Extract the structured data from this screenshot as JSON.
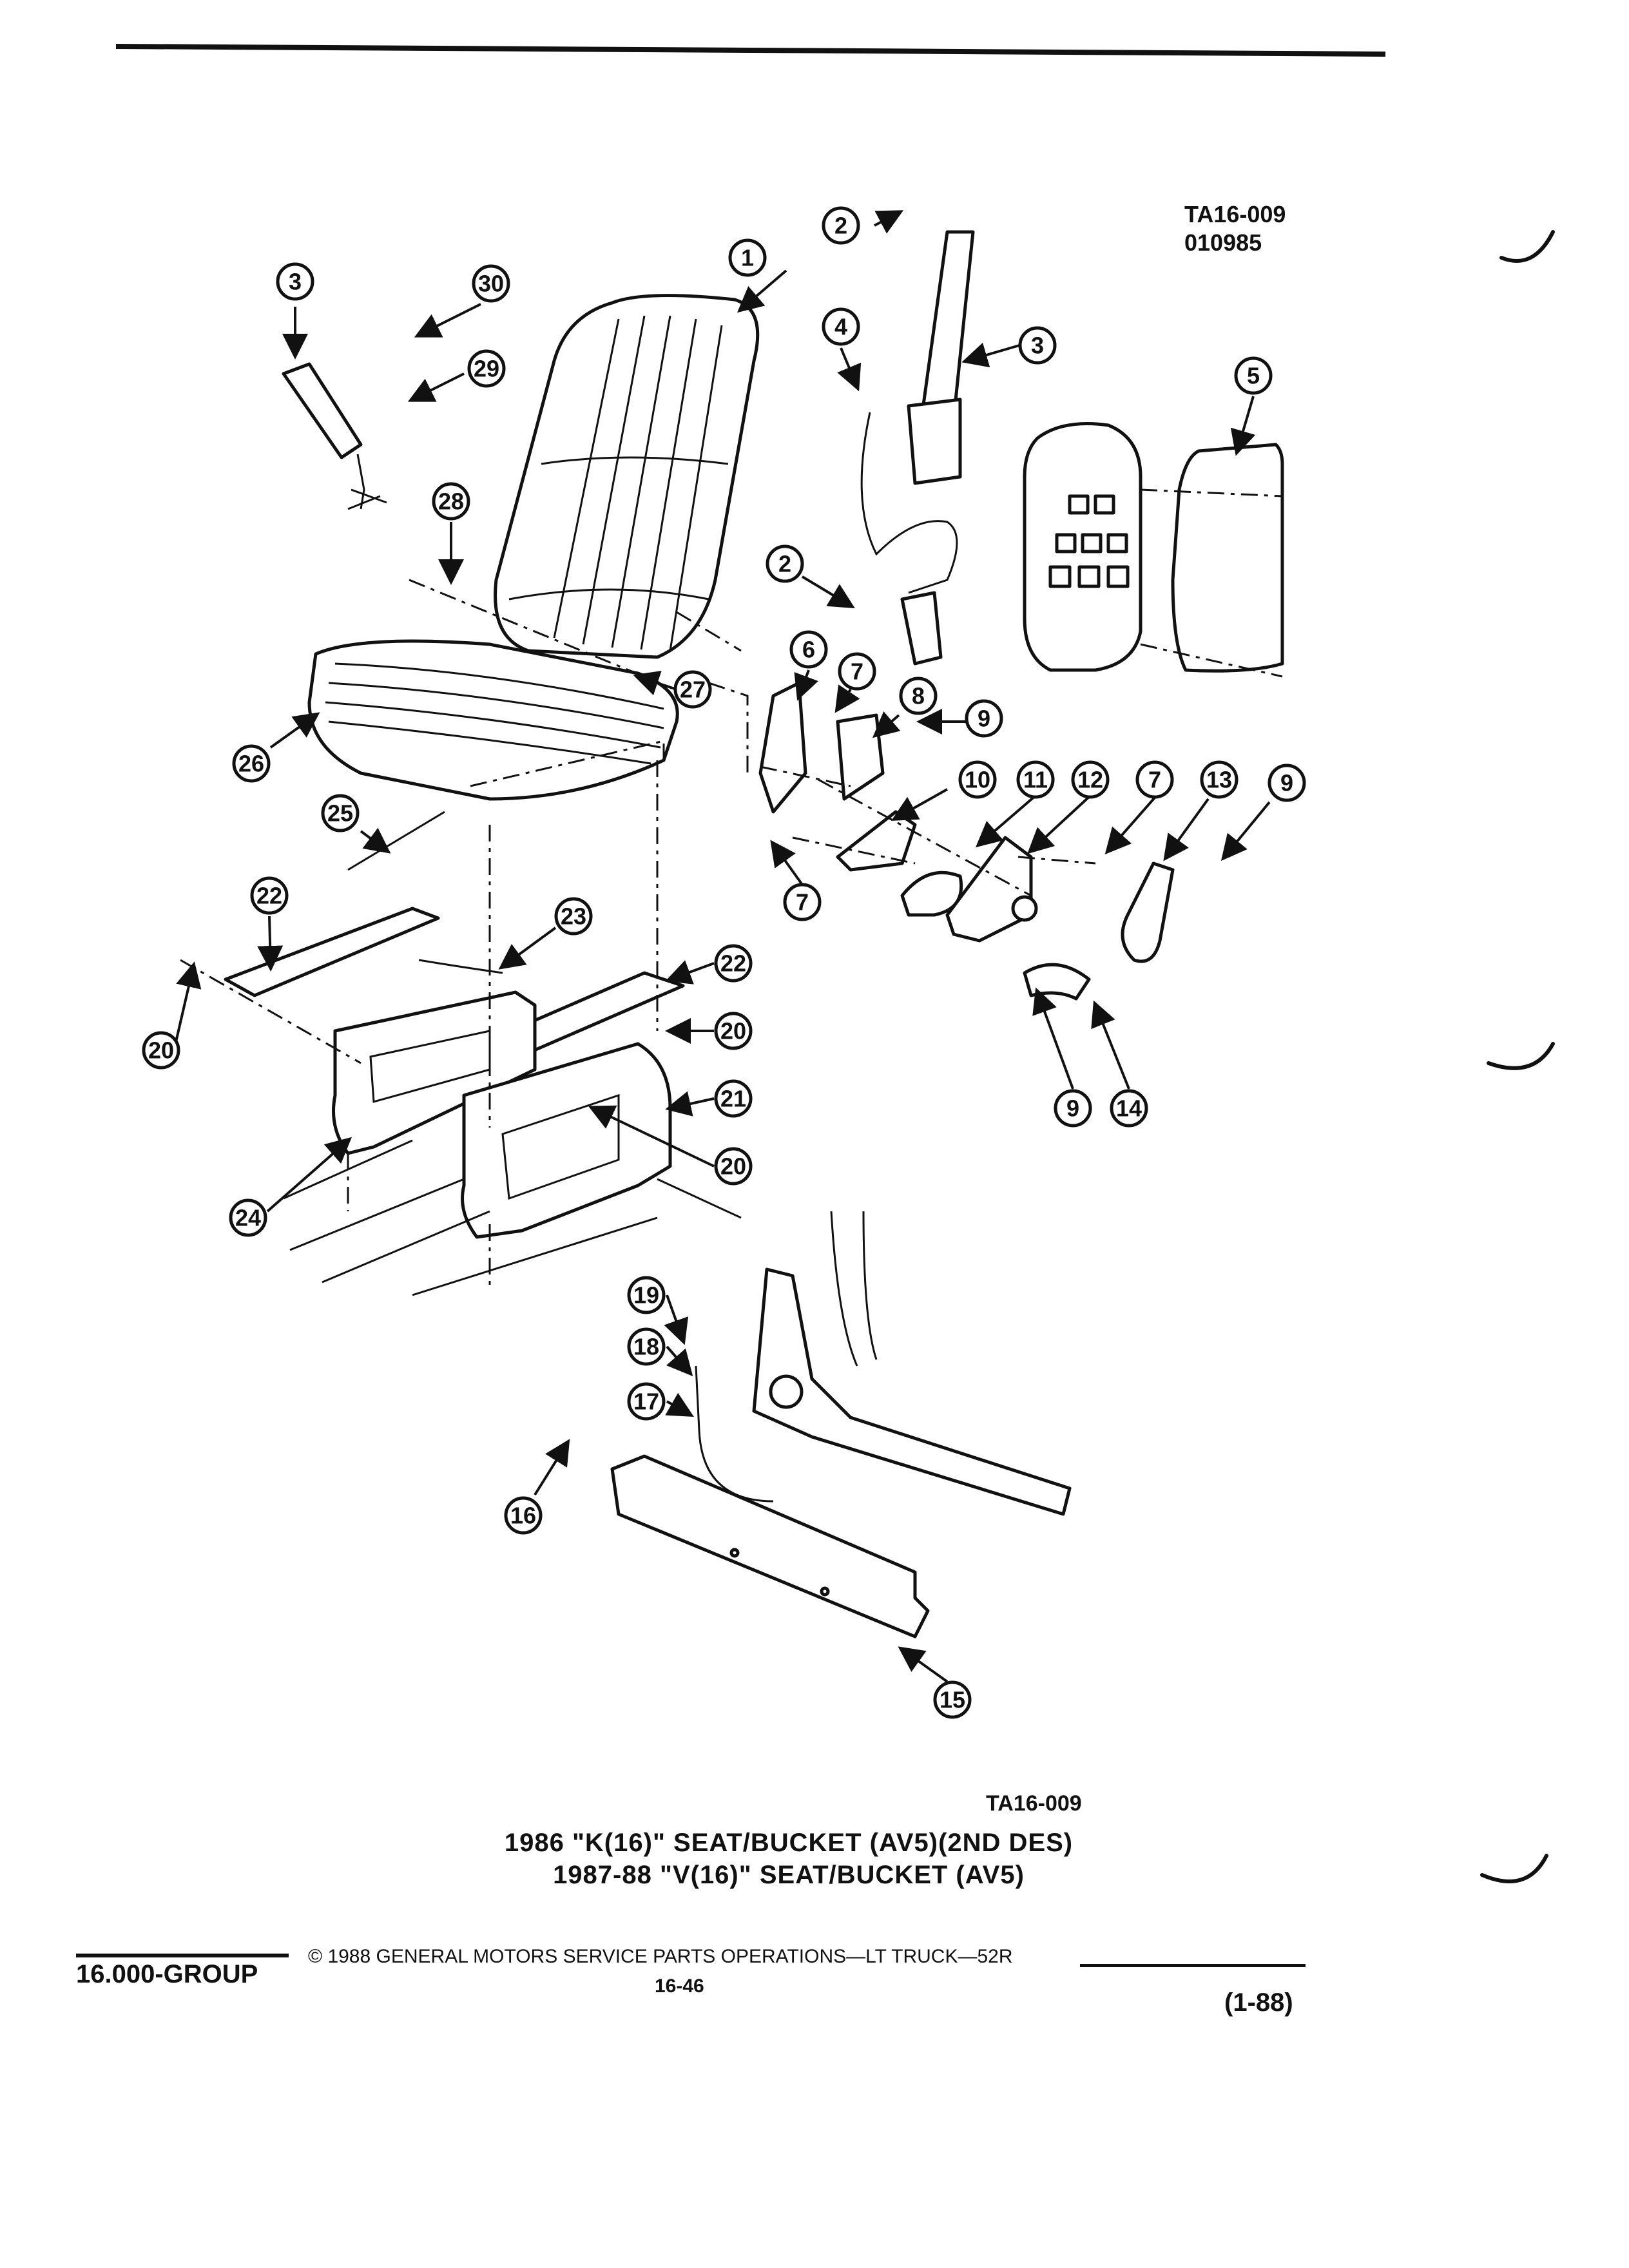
{
  "header": {
    "ref_top": "TA16-009",
    "ref_date": "010985"
  },
  "diagram": {
    "callouts": [
      "1",
      "2",
      "3",
      "4",
      "5",
      "6",
      "7",
      "8",
      "9",
      "10",
      "11",
      "12",
      "13",
      "14",
      "15",
      "16",
      "17",
      "18",
      "19",
      "20",
      "21",
      "22",
      "23",
      "24",
      "25",
      "26",
      "27",
      "28",
      "29",
      "30"
    ]
  },
  "caption": {
    "ref_bottom": "TA16-009",
    "line1": "1986 \"K(16)\" SEAT/BUCKET (AV5)(2ND DES)",
    "line2": "1987-88 \"V(16)\" SEAT/BUCKET (AV5)"
  },
  "footer": {
    "group": "16.000-GROUP",
    "copyright": "© 1988 GENERAL MOTORS SERVICE PARTS OPERATIONS—LT TRUCK—52R",
    "page": "16-46",
    "date_code": "(1-88)"
  }
}
